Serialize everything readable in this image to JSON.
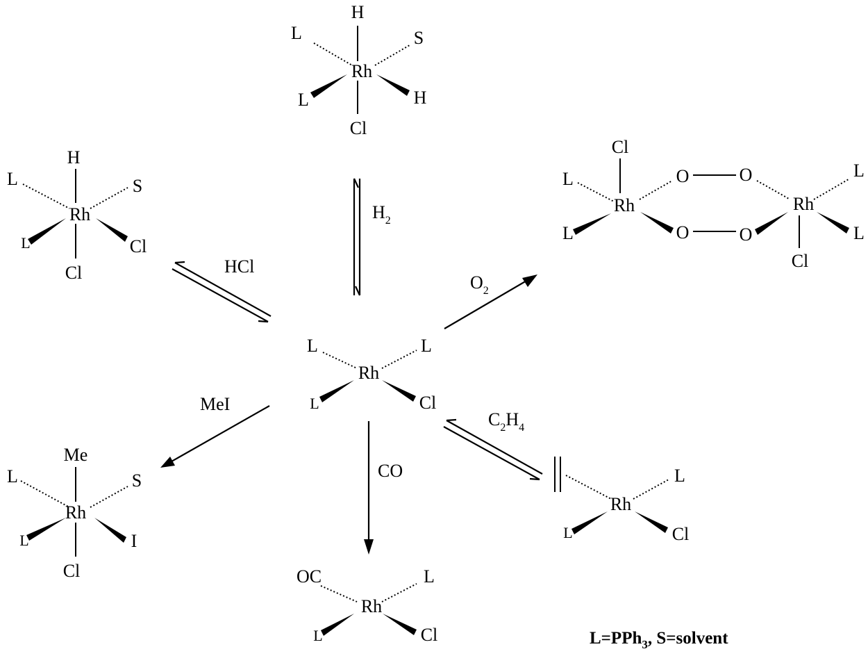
{
  "molecules": {
    "center": {
      "metal": "Rh",
      "ligands": [
        "L",
        "L",
        "L",
        "Cl"
      ]
    },
    "top": {
      "metal": "Rh",
      "ligands": [
        "H",
        "L",
        "S",
        "L",
        "H",
        "Cl"
      ]
    },
    "upper_left": {
      "metal": "Rh",
      "ligands": [
        "H",
        "L",
        "S",
        "L",
        "Cl",
        "Cl"
      ]
    },
    "upper_right": {
      "metal_left": "Rh",
      "metal_right": "Rh",
      "ligands_left": [
        "Cl",
        "L",
        "L"
      ],
      "peroxo_atoms": [
        "O",
        "O",
        "O",
        "O"
      ],
      "ligands_right": [
        "L",
        "L",
        "Cl"
      ]
    },
    "lower_left": {
      "metal": "Rh",
      "ligands": [
        "Me",
        "L",
        "S",
        "L",
        "I",
        "Cl"
      ]
    },
    "bottom": {
      "metal": "Rh",
      "ligands": [
        "OC",
        "L",
        "L",
        "Cl"
      ]
    },
    "lower_right": {
      "metal": "Rh",
      "ligands": [
        "L",
        "L",
        "Cl"
      ]
    }
  },
  "reactions": [
    {
      "reagent_main": "H",
      "reagent_sub": "2",
      "arrow": "equilibrium",
      "to": "top"
    },
    {
      "reagent_main": "HCl",
      "reagent_sub": "",
      "arrow": "equilibrium",
      "to": "upper_left"
    },
    {
      "reagent_main": "O",
      "reagent_sub": "2",
      "arrow": "forward",
      "to": "upper_right"
    },
    {
      "reagent_main": "MeI",
      "reagent_sub": "",
      "arrow": "forward",
      "to": "lower_left"
    },
    {
      "reagent_main": "CO",
      "reagent_sub": "",
      "arrow": "forward",
      "to": "bottom"
    },
    {
      "reagent_parts": [
        "C",
        "2",
        "H",
        "4"
      ],
      "arrow": "equilibrium",
      "to": "lower_right"
    }
  ],
  "legend": {
    "part1": "L=PPh",
    "sub": "3",
    "part2": ", S=solvent"
  }
}
